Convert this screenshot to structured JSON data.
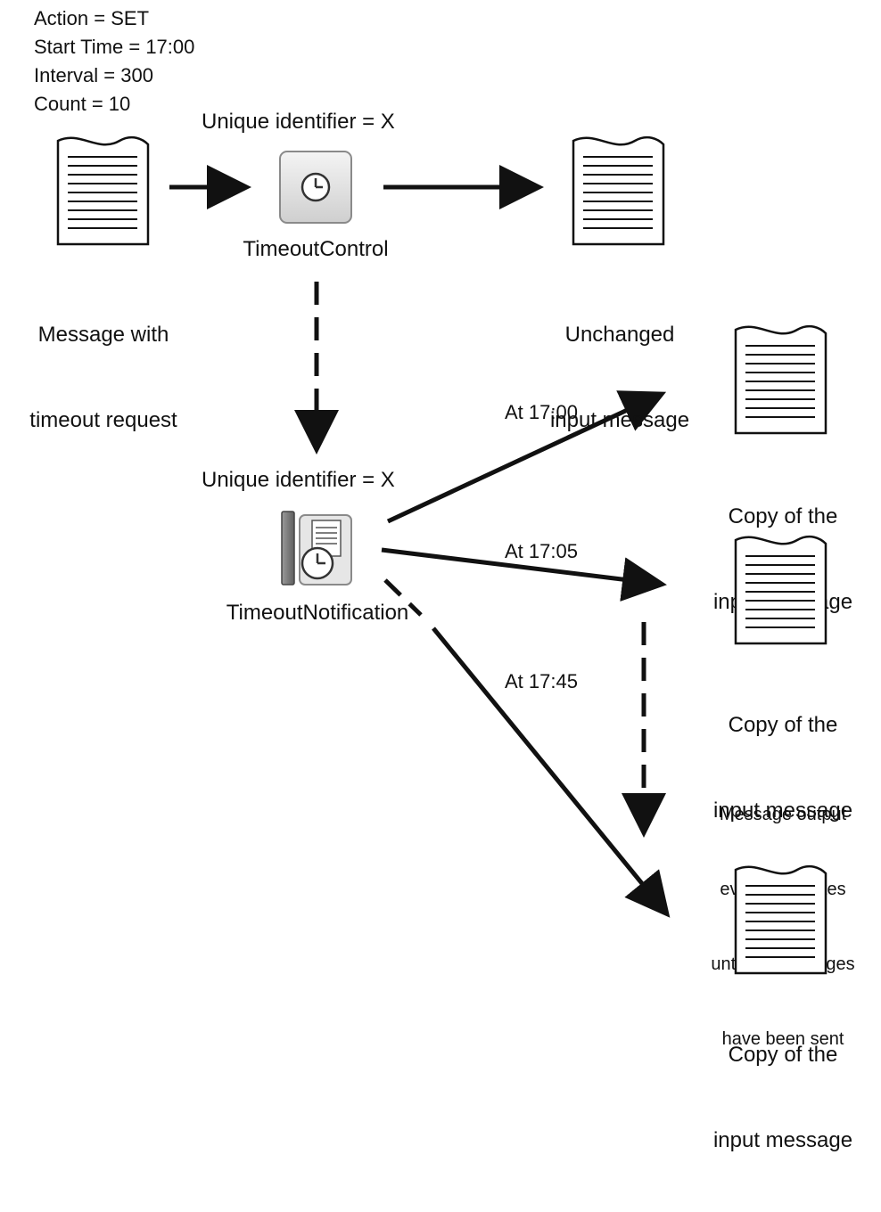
{
  "request": {
    "action": "Action = SET",
    "start_time": "Start Time = 17:00",
    "interval": "Interval = 300",
    "count": "Count = 10"
  },
  "control": {
    "uid": "Unique identifier = X",
    "name": "TimeoutControl",
    "icon": "clock-icon"
  },
  "notification": {
    "uid": "Unique identifier = X",
    "name": "TimeoutNotification",
    "icon": "timeout-notification-icon"
  },
  "docs": {
    "input_line1": "Message with",
    "input_line2": "timeout request",
    "unchanged_line1": "Unchanged",
    "unchanged_line2": "input message",
    "copy_line1": "Copy of the",
    "copy_line2": "input message"
  },
  "arrows": {
    "t1": "At 17:00",
    "t2": "At 17:05",
    "t3": "At 17:45"
  },
  "note": {
    "line1": "Message output",
    "line2": "every 5 minutes",
    "line3": "until 10 messages",
    "line4": "have been sent"
  },
  "colors": {
    "stroke": "#111111",
    "icon_bg": "#d9d9d9",
    "accent": "#555555"
  }
}
